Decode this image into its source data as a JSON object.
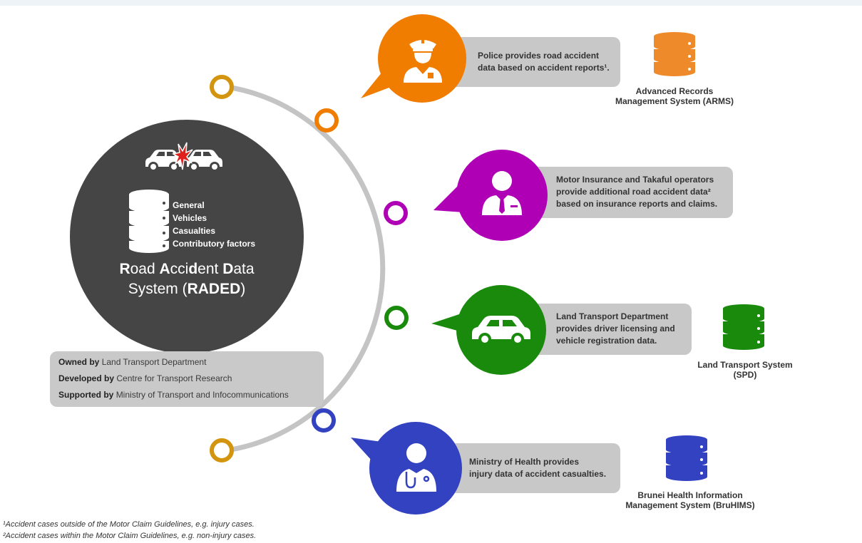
{
  "hub": {
    "categories": [
      "General",
      "Vehicles",
      "Casualties",
      "Contributory factors"
    ],
    "title_line1": [
      "R",
      "oad ",
      "A",
      "cci",
      "d",
      "ent ",
      "D",
      "ata"
    ],
    "title_line2_a": "System (",
    "title_line2_b": "RADED",
    "title_line2_c": ")"
  },
  "ownership": [
    {
      "label": "Owned by",
      "value": "Land Transport Department"
    },
    {
      "label": "Developed by",
      "value": "Centre for Transport Research"
    },
    {
      "label": "Supported by",
      "value": "Ministry of Transport and Infocommunications"
    }
  ],
  "nodes": [
    {
      "id": "police",
      "color": "#f07c00",
      "text": [
        "Police provides road accident",
        "data based on accident reports¹."
      ],
      "system": [
        "Advanced Records",
        "Management System (ARMS)"
      ],
      "icon": "police-officer-icon"
    },
    {
      "id": "insurance",
      "color": "#b000b5",
      "text": [
        "Motor Insurance and Takaful operators",
        "provide additional road accident data²",
        "based on insurance reports and claims."
      ],
      "system": [],
      "icon": "businessman-icon"
    },
    {
      "id": "transport",
      "color": "#1a8a0d",
      "text": [
        "Land Transport Department",
        "provides driver licensing and",
        "vehicle registration data."
      ],
      "system": [
        "Land Transport System",
        "(SPD)"
      ],
      "icon": "car-icon"
    },
    {
      "id": "health",
      "color": "#3242c0",
      "text": [
        "Ministry of Health provides",
        "injury data of accident casualties."
      ],
      "system": [
        "Brunei Health Information",
        "Management System (BruHIMS)"
      ],
      "icon": "doctor-icon"
    }
  ],
  "footnotes": [
    "¹Accident cases outside of the Motor Claim Guidelines, e.g. injury cases.",
    "²Accident cases within the Motor Claim Guidelines, e.g. non-injury cases."
  ],
  "colors": {
    "arc": "#c4c4c4",
    "end_rings": "#d3950f",
    "hub": "#454545",
    "box": "#c8c8c8"
  }
}
